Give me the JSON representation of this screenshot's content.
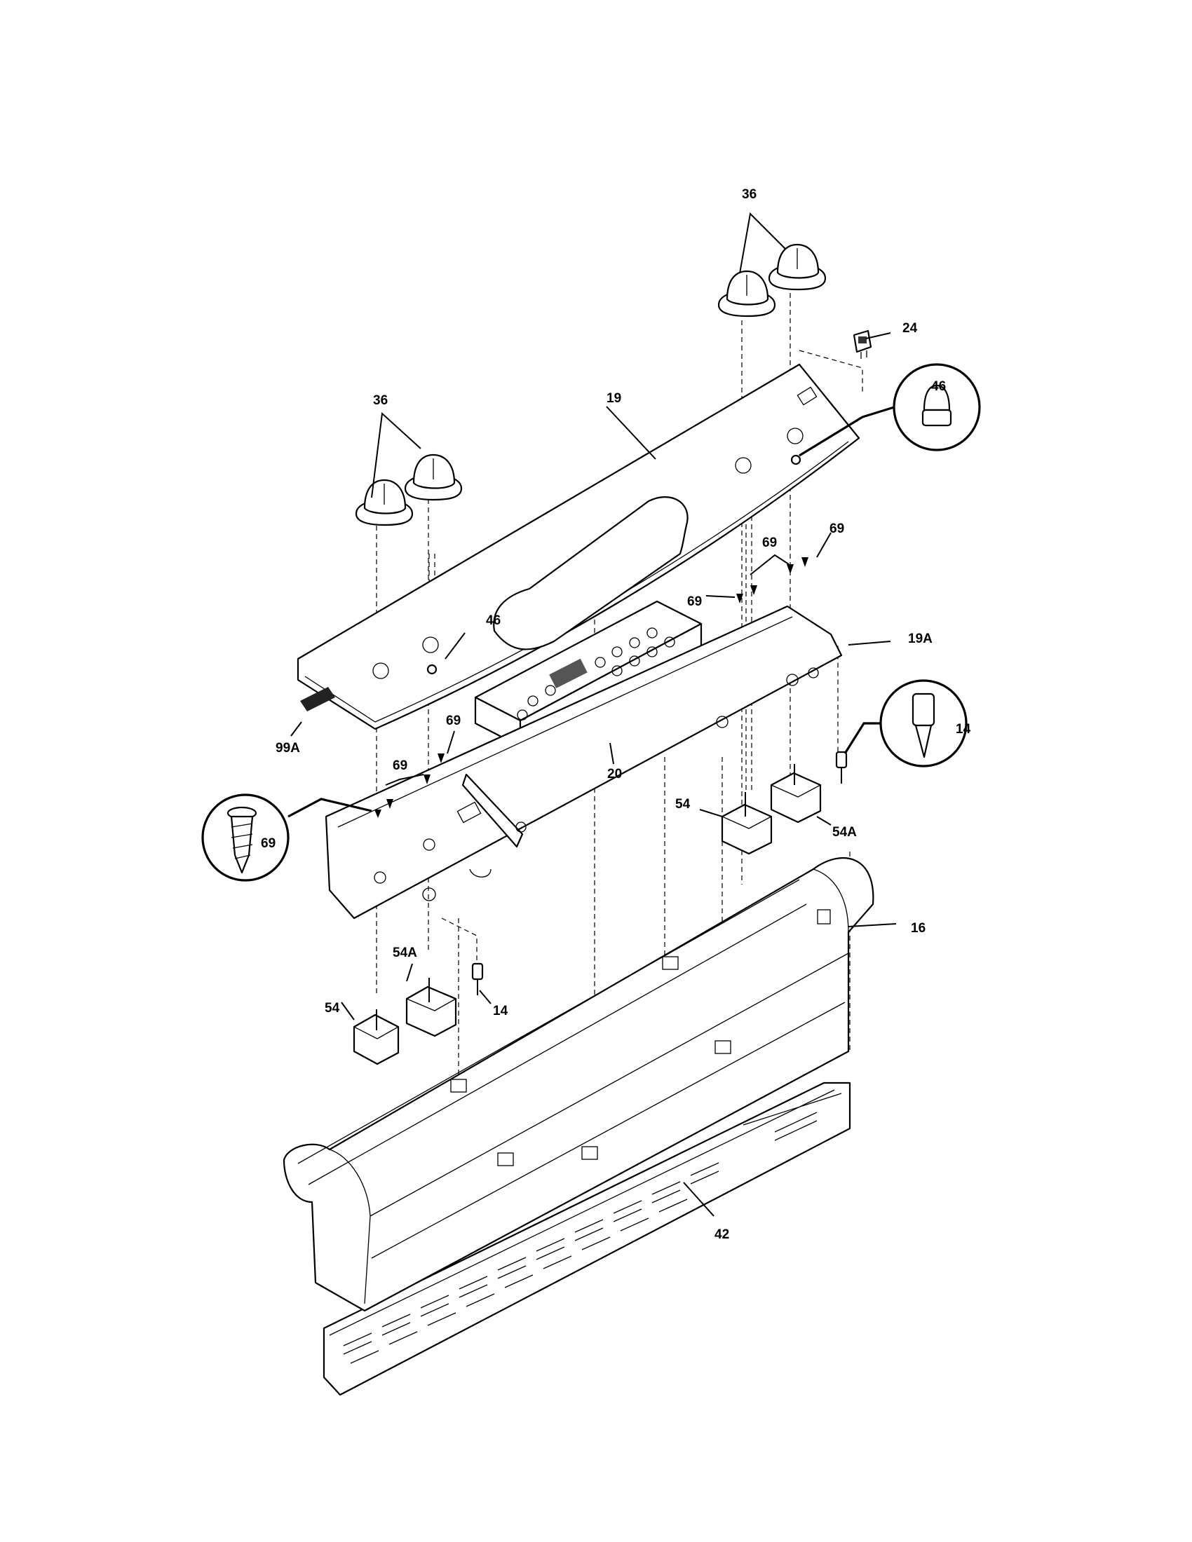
{
  "callouts": {
    "c36_right": "36",
    "c24": "24",
    "c46_zoom": "46",
    "c36_left": "36",
    "c19": "19",
    "c69_a": "69",
    "c69_b": "69",
    "c69_c": "69",
    "c46": "46",
    "c19A": "19A",
    "c14_zoom": "14",
    "c99A": "99A",
    "c69_d": "69",
    "c69_e": "69",
    "c69_zoom": "69",
    "c20": "20",
    "c54_right": "54",
    "c54A_right": "54A",
    "c16": "16",
    "c54A_left": "54A",
    "c14": "14",
    "c54_left": "54",
    "c42": "42"
  }
}
